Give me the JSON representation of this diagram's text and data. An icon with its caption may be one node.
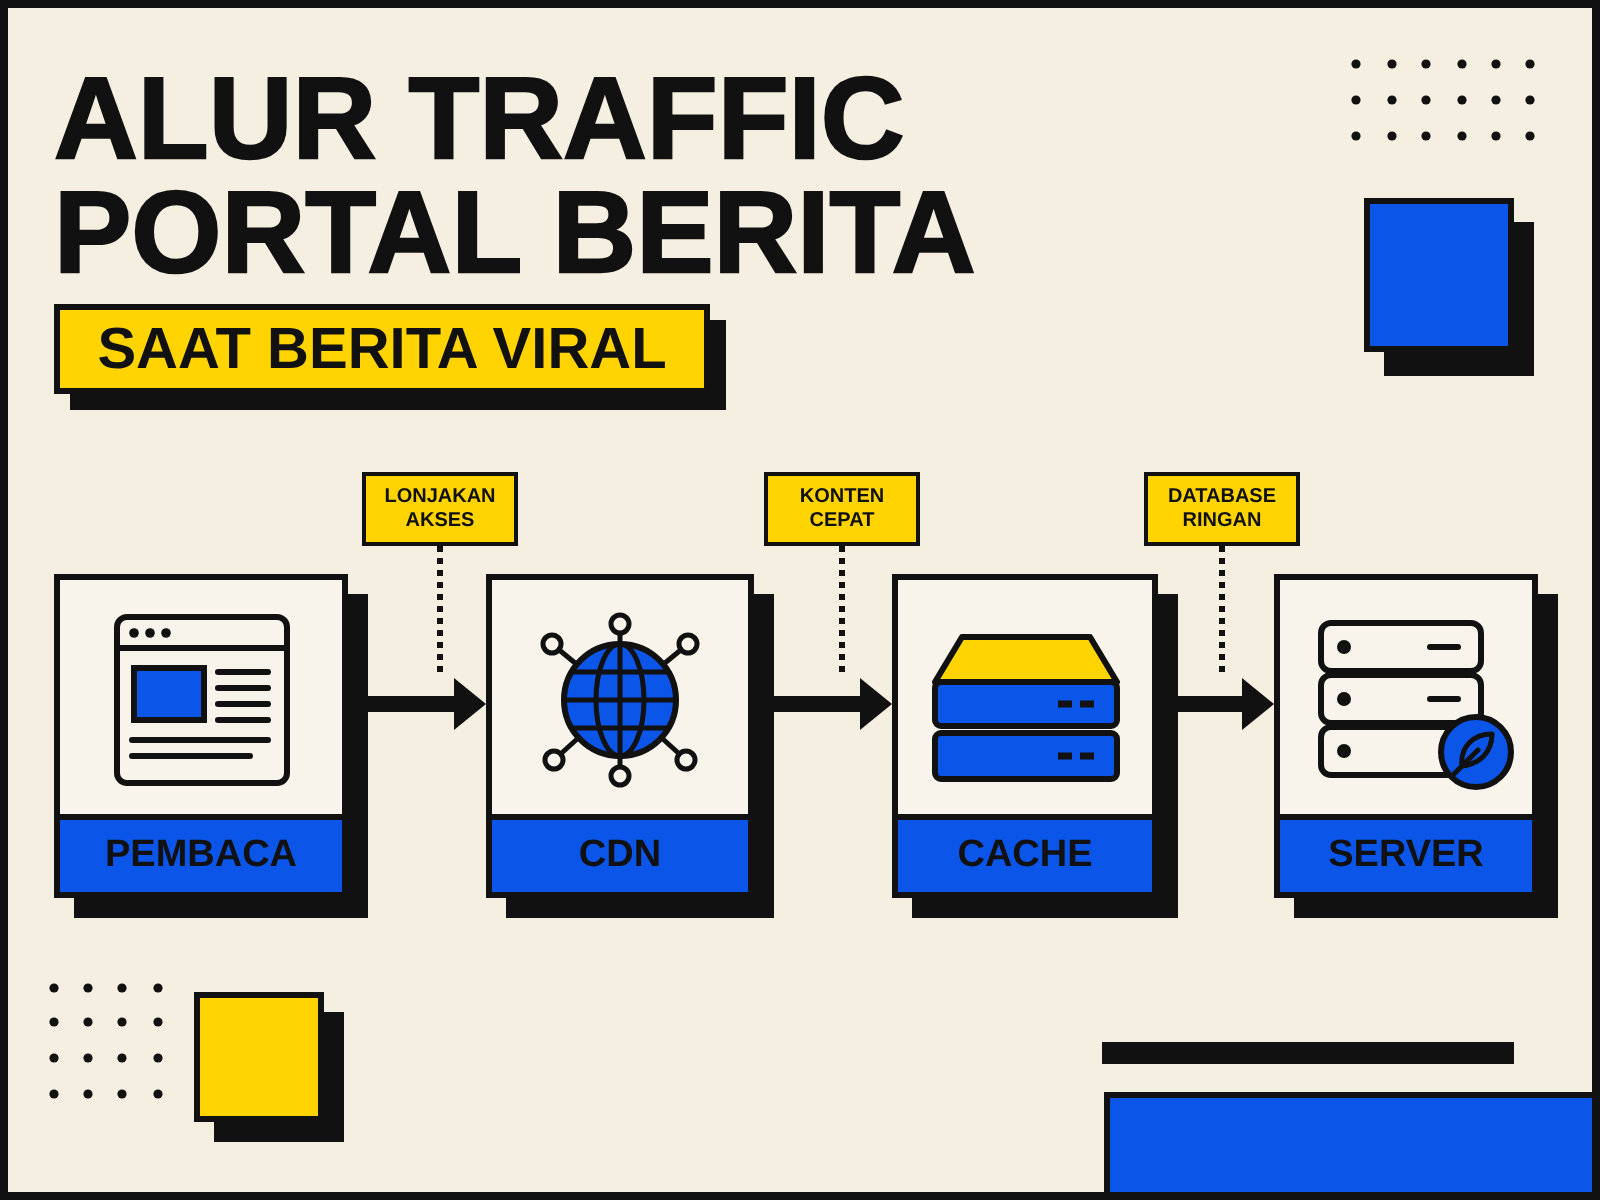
{
  "diagram": {
    "title": "ALUR TRAFFIC PORTAL BERITA",
    "nodes": [
      {
        "text": [
          "SAAT BERITA VIRAL"
        ]
      },
      {
        "text": [
          "LONJAKAN AKSES"
        ]
      },
      {
        "text": [
          "KONTEN CEPAT"
        ]
      },
      {
        "text": [
          "DATABASE RINGAN"
        ]
      },
      {
        "text": [
          "PEMBACA"
        ]
      },
      {
        "text": [
          "CDN"
        ]
      },
      {
        "text": [
          "CACHE"
        ]
      },
      {
        "text": [
          "SERVER"
        ]
      }
    ],
    "edges": [
      {
        "from": 4,
        "to": 5,
        "arrow": "to"
      },
      {
        "from": 5,
        "to": 6,
        "arrow": "to"
      },
      {
        "from": 6,
        "to": 7,
        "arrow": "to"
      },
      {
        "from": 1,
        "to": null,
        "arrow": "none",
        "style": "dashed"
      },
      {
        "from": 2,
        "to": null,
        "arrow": "none",
        "style": "dashed"
      },
      {
        "from": 3,
        "to": null,
        "arrow": "none",
        "style": "dashed"
      }
    ]
  }
}
